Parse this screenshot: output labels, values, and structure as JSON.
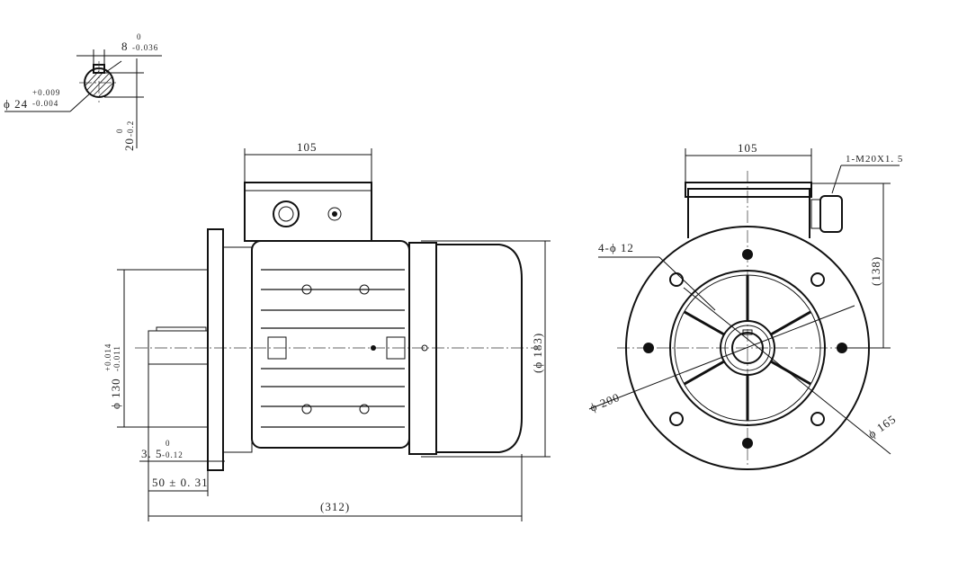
{
  "title": "Motor outline dimension drawing",
  "shaft_section": {
    "key_width": "8",
    "key_width_tol_upper": "0",
    "key_width_tol_lower": "-0.036",
    "shaft_dia": "ϕ 24",
    "shaft_dia_tol_upper": "+0.009",
    "shaft_dia_tol_lower": "-0.004",
    "key_height": "20",
    "key_height_tol_upper": "0",
    "key_height_tol_lower": "-0.2"
  },
  "side_view": {
    "box_width": "105",
    "spigot_dia": "ϕ 130",
    "spigot_tol_upper": "+0.014",
    "spigot_tol_lower": "-0.011",
    "spigot_depth": "3. 5",
    "spigot_depth_tol_upper": "0",
    "spigot_depth_tol_lower": "-0.12",
    "shaft_length": "50 ± 0. 31",
    "overall_length": "(312)",
    "body_dia": "(ϕ 183)"
  },
  "front_view": {
    "box_width": "105",
    "cable_gland": "1-M20X1. 5",
    "holes": "4-ϕ 12",
    "flange_dia": "ϕ 200",
    "pcd": "ϕ 165",
    "height": "(138)"
  }
}
